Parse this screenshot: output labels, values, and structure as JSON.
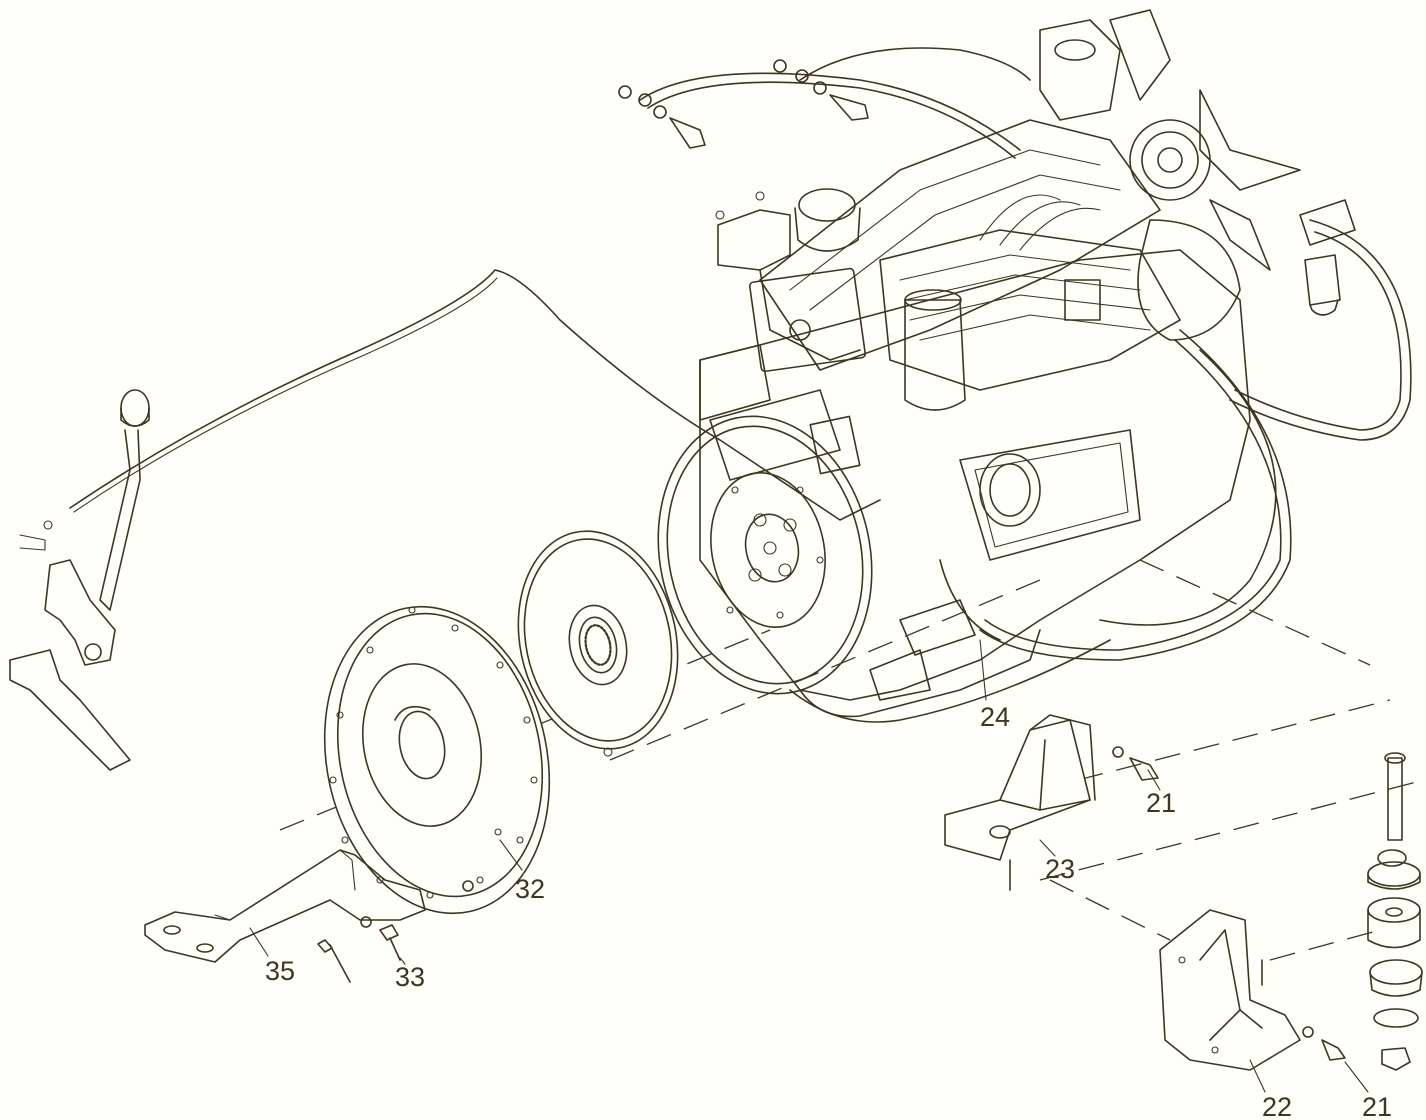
{
  "figure": {
    "description_color": "#3f3520",
    "background": "#fffef9"
  },
  "callouts": {
    "c21a": "21",
    "c21b": "21",
    "c22": "22",
    "c23": "23",
    "c24": "24",
    "c32": "32",
    "c33": "33",
    "c35": "35"
  }
}
